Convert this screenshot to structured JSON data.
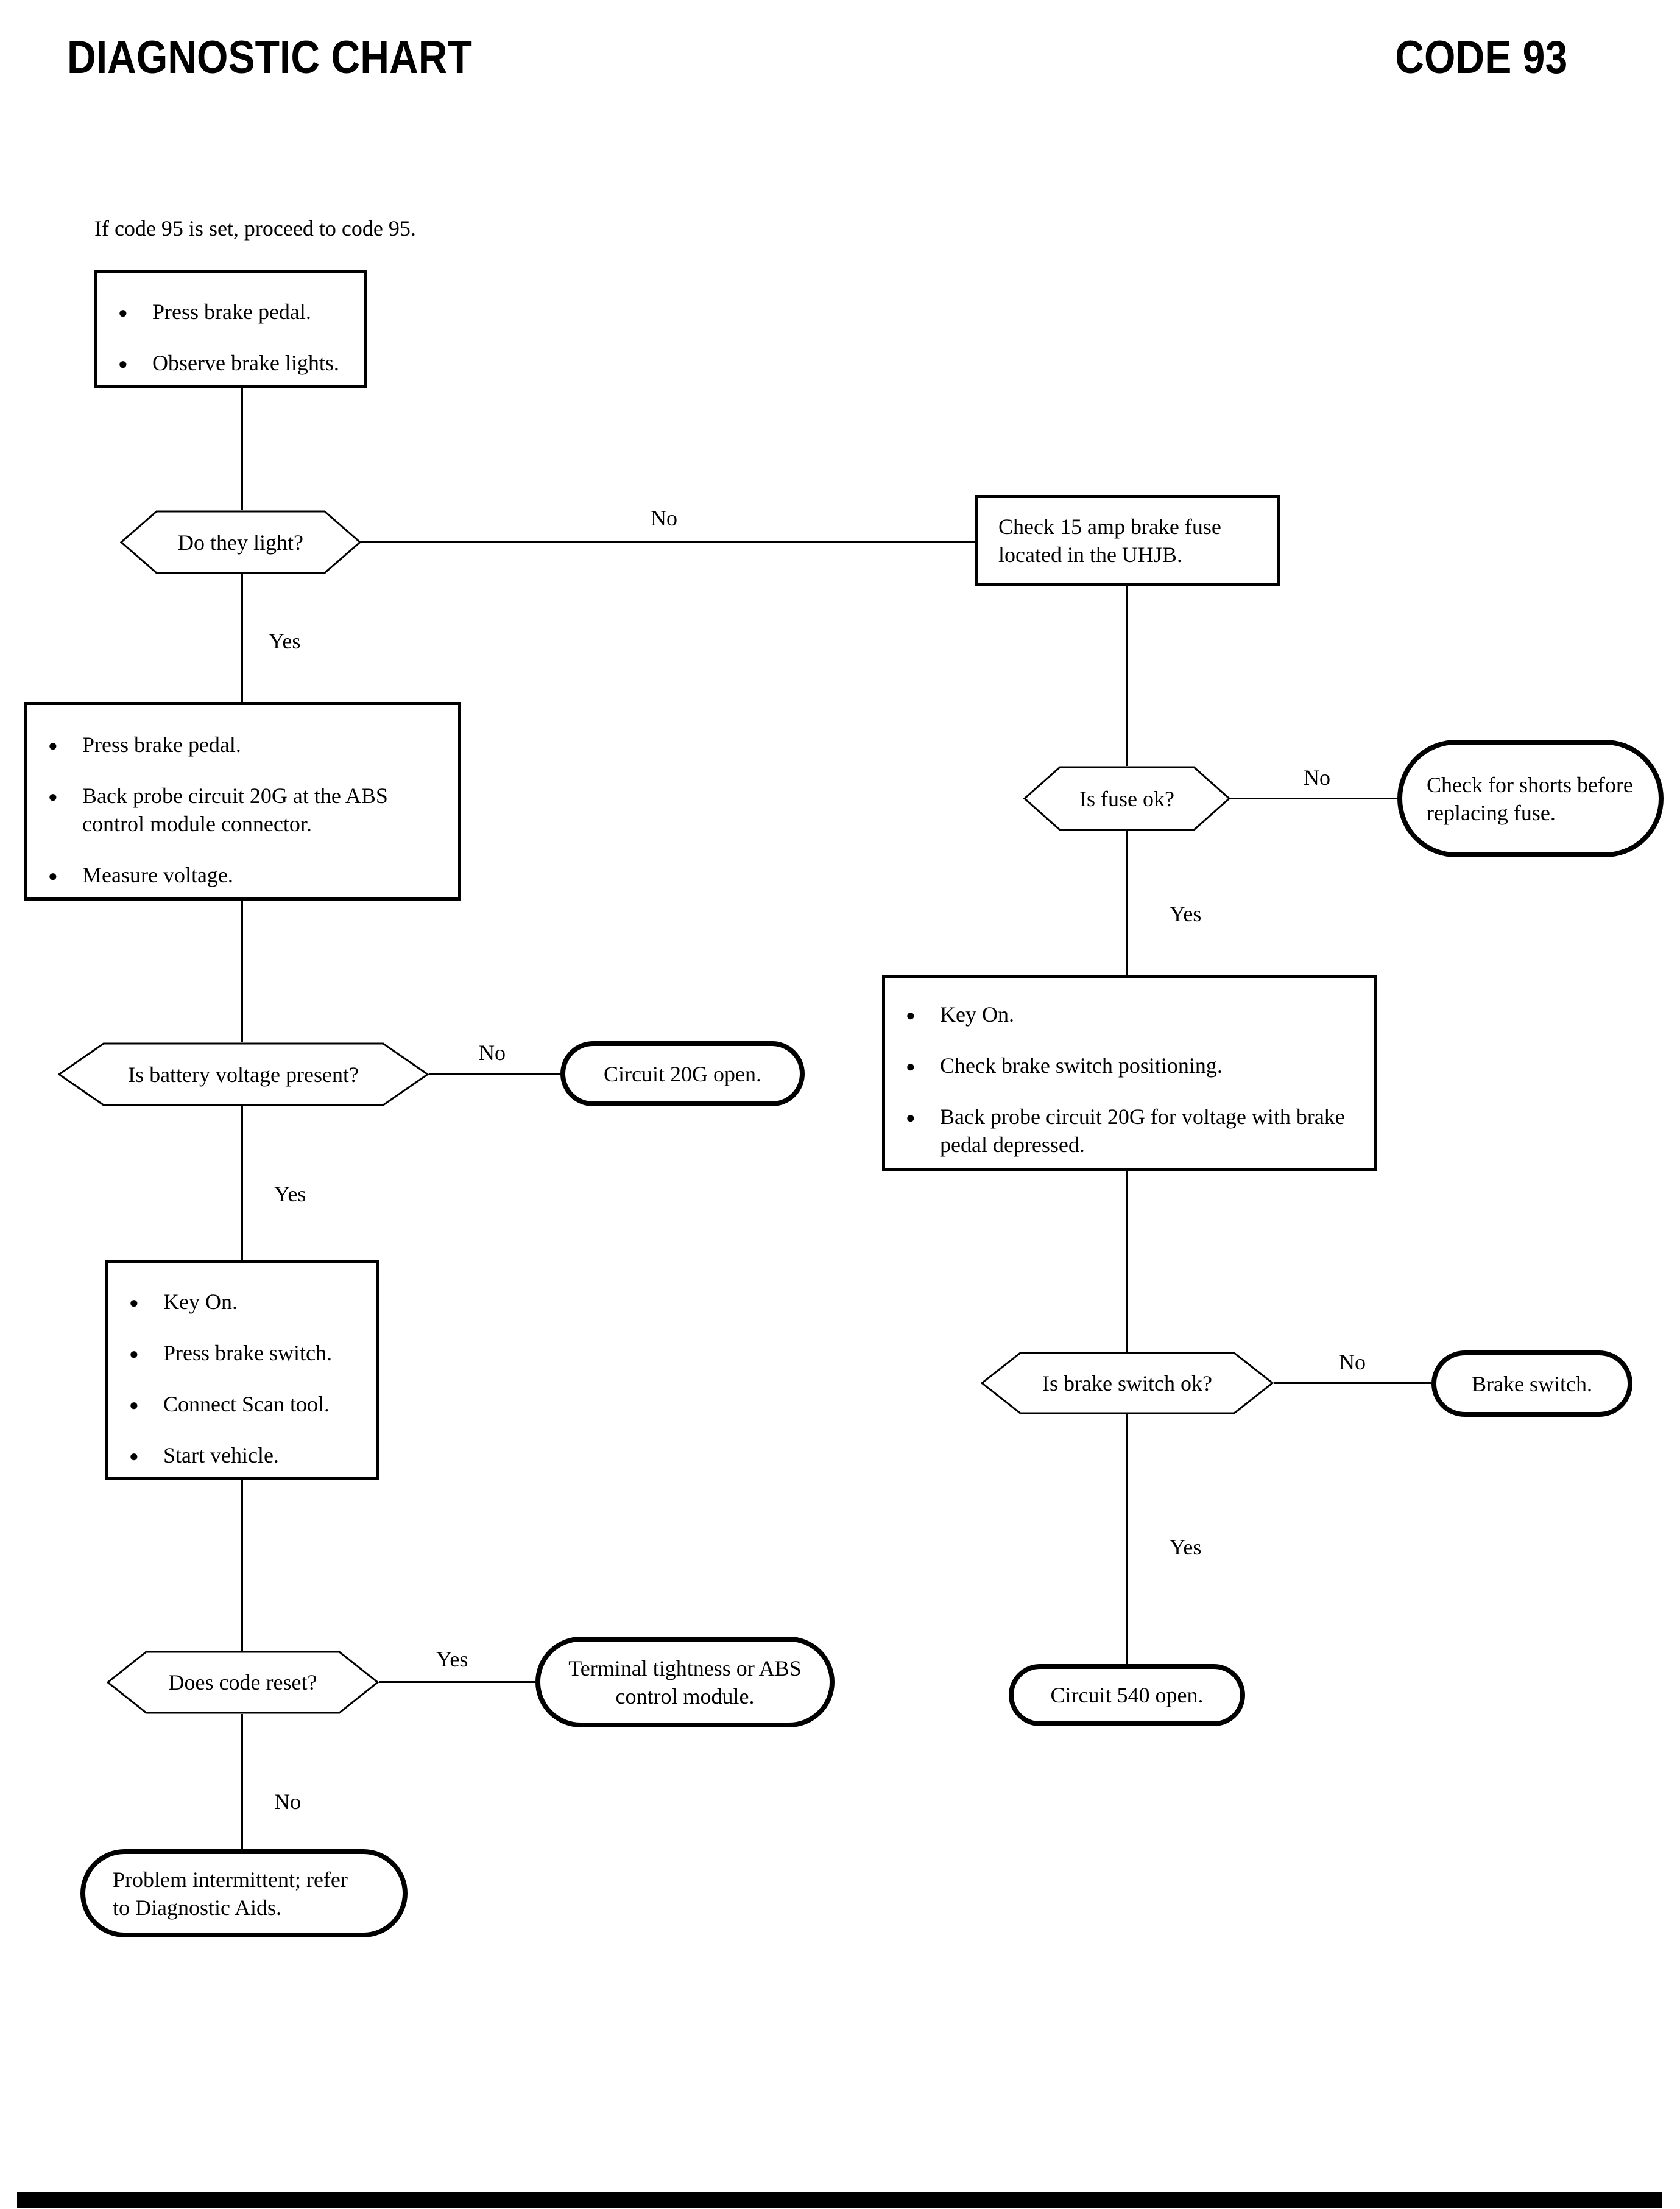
{
  "header": {
    "title": "DIAGNOSTIC CHART",
    "code": "CODE 93"
  },
  "intro": "If code 95 is set, proceed to code 95.",
  "labels": {
    "yes": "Yes",
    "no": "No"
  },
  "nodes": {
    "step1": {
      "items": [
        "Press brake pedal.",
        "Observe brake lights."
      ]
    },
    "q_light": {
      "label": "Do they light?"
    },
    "check_fuse": {
      "text": "Check 15 amp brake fuse located in the UHJB."
    },
    "step2": {
      "items": [
        "Press brake pedal.",
        "Back probe circuit 20G at the ABS control module connector.",
        "Measure voltage."
      ]
    },
    "q_battery": {
      "label": "Is battery voltage present?"
    },
    "circuit_20g": {
      "text": "Circuit 20G open."
    },
    "step3": {
      "items": [
        "Key On.",
        "Press brake switch.",
        "Connect Scan tool.",
        "Start vehicle."
      ]
    },
    "q_reset": {
      "label": "Does code reset?"
    },
    "terminal": {
      "text": "Terminal tightness or ABS control module."
    },
    "intermittent": {
      "text": "Problem intermittent; refer to Diagnostic Aids."
    },
    "q_fuse": {
      "label": "Is fuse ok?"
    },
    "shorts": {
      "text": "Check for shorts before replacing fuse."
    },
    "step4": {
      "items": [
        "Key On.",
        "Check brake switch positioning.",
        "Back probe circuit 20G for voltage with brake pedal depressed."
      ]
    },
    "q_switch": {
      "label": "Is brake switch ok?"
    },
    "brake_switch": {
      "text": "Brake switch."
    },
    "circuit_540": {
      "text": "Circuit 540 open."
    }
  },
  "colors": {
    "ink": "#000000",
    "paper": "#ffffff"
  }
}
